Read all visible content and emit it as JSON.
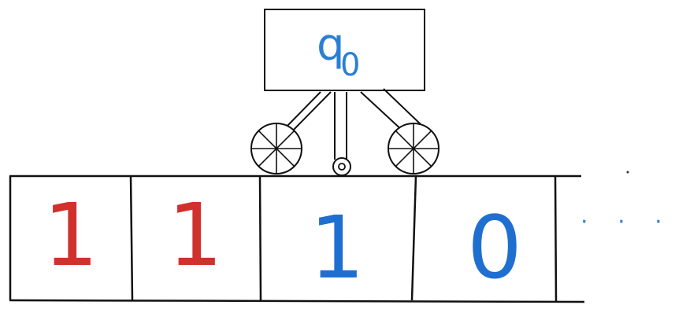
{
  "machine": {
    "state_label": "q",
    "state_subscript": "0"
  },
  "tape": {
    "cells": [
      {
        "symbol": "1",
        "color": "#d0312d"
      },
      {
        "symbol": "1",
        "color": "#d0312d"
      },
      {
        "symbol": "1",
        "color": "#1f6fd1"
      },
      {
        "symbol": "0",
        "color": "#1f6fd1"
      }
    ],
    "continuation": "· · ·"
  },
  "colors": {
    "line": "#111111",
    "state_text": "#2a7fd4",
    "dots": "#3b82d6"
  }
}
